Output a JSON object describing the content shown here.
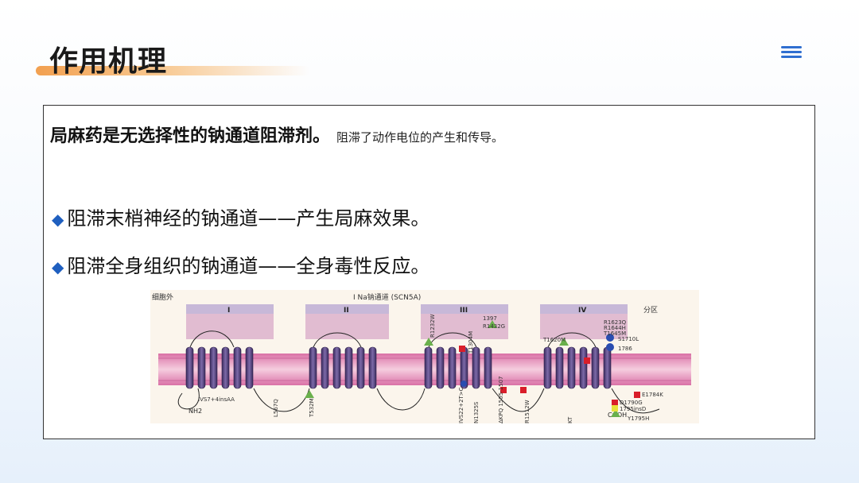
{
  "slide": {
    "title": "作用机理"
  },
  "content": {
    "lead_bold": "局麻药是无选择性的钠通道阻滞剂。",
    "lead_normal": "阻滞了动作电位的产生和传导。",
    "bullets": [
      {
        "marker": "◆",
        "text": "阻滞末梢神经的钠通道——产生局麻效果。"
      },
      {
        "marker": "◆",
        "text": "阻滞全身组织的钠通道——全身毒性反应。"
      }
    ]
  },
  "figure": {
    "outside_label": "细胞外",
    "channel_label": "I Na钠通道 (SCN5A)",
    "partition_label": "分区",
    "domains": [
      "I",
      "II",
      "III",
      "IV"
    ],
    "mutations": [
      "IVS7+4insAA",
      "L567Q",
      "T532M",
      "R1232W",
      "T1304M",
      "1397",
      "R1432G",
      "IVS22+2T>C",
      "N1325S",
      "ΔKPQ 1505-1507",
      "R1512W",
      "T1620M",
      "R1623Q",
      "R1644H",
      "T1645M",
      "S1710L",
      "1786",
      "E1784K",
      "D1790G",
      "1795insD",
      "Y1795H",
      "KT"
    ],
    "terminal_n": "NH2",
    "terminal_c": "COOH"
  },
  "colors": {
    "accent": "#1f5fbf",
    "title_bar": "#f2a050"
  }
}
